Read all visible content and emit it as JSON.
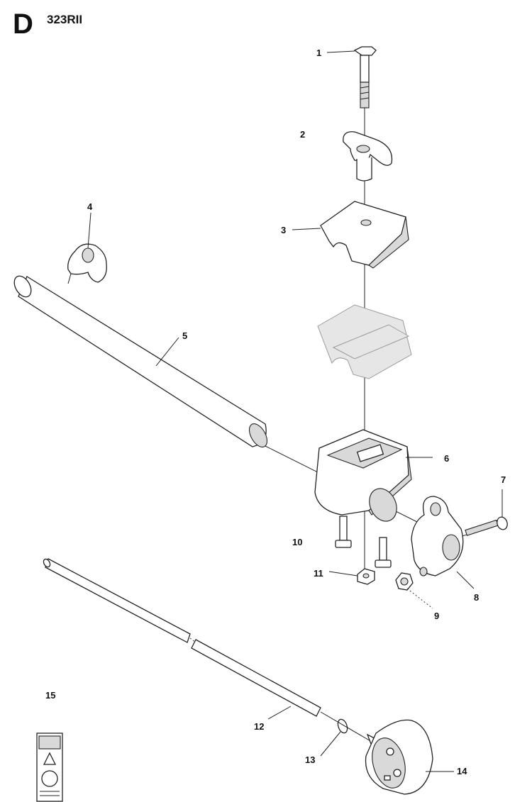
{
  "header": {
    "section": "D",
    "model": "323RII"
  },
  "callouts": [
    "1",
    "2",
    "3",
    "4",
    "5",
    "6",
    "7",
    "8",
    "9",
    "10",
    "11",
    "12",
    "13",
    "14",
    "15"
  ]
}
